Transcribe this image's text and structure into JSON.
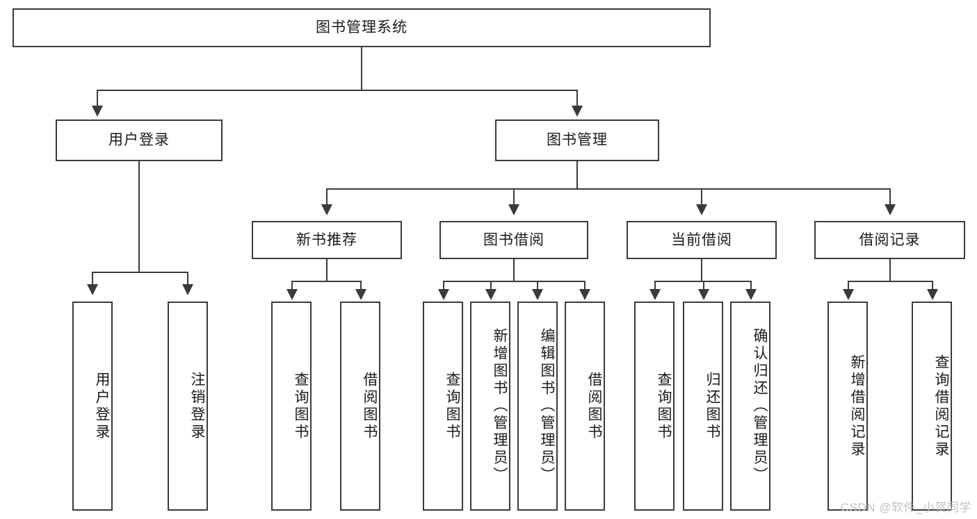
{
  "diagram": {
    "type": "tree",
    "title": "图书管理系统",
    "root": {
      "label": "图书管理系统"
    },
    "level2": [
      {
        "label": "用户登录"
      },
      {
        "label": "图书管理"
      }
    ],
    "level3": [
      {
        "label": "新书推荐"
      },
      {
        "label": "图书借阅"
      },
      {
        "label": "当前借阅"
      },
      {
        "label": "借阅记录"
      }
    ],
    "leaves": {
      "user_login": [
        {
          "label": "用户登录"
        },
        {
          "label": "注销登录"
        }
      ],
      "new_book_recommend": [
        {
          "label": "查询图书"
        },
        {
          "label": "借阅图书"
        }
      ],
      "book_borrow": [
        {
          "label": "查询图书"
        },
        {
          "label": "新增图书（管理员）"
        },
        {
          "label": "编辑图书（管理员）"
        },
        {
          "label": "借阅图书"
        }
      ],
      "current_borrow": [
        {
          "label": "查询图书"
        },
        {
          "label": "归还图书"
        },
        {
          "label": "确认归还（管理员）"
        }
      ],
      "borrow_record": [
        {
          "label": "新增借阅记录"
        },
        {
          "label": "查询借阅记录"
        }
      ]
    }
  },
  "watermark": {
    "text": "CSDN @软件_小贺同学"
  },
  "colors": {
    "stroke": "#3a3a3a",
    "background": "#ffffff",
    "text": "#1a1a1a",
    "watermark": "#bfc4c9"
  }
}
